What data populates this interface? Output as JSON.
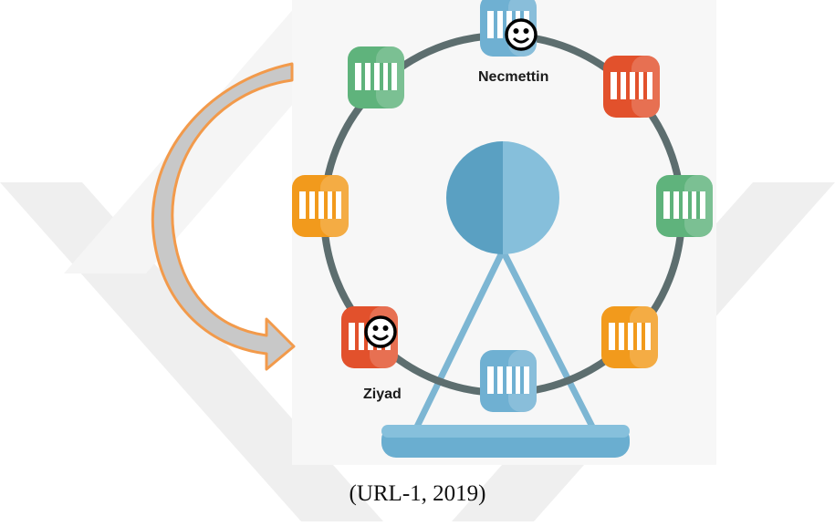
{
  "figure": {
    "riders": [
      {
        "name": "Necmettin",
        "cabin_color": "blue"
      },
      {
        "name": "Ziyad",
        "cabin_color": "red"
      }
    ],
    "caption": "(URL-1, 2019)"
  },
  "colors": {
    "rim": "#5d6e6f",
    "hub": "#7db6d3",
    "hub_dark": "#5aa0c2",
    "support": "#7db6d3",
    "base": "#6aaed0",
    "arrow_outline": "#f29a4b",
    "arrow_fill": "#c8c8c8",
    "cabin_blue": "#6fb0d2",
    "cabin_green": "#5fb37c",
    "cabin_red": "#e2512c",
    "cabin_orange": "#f29a1c",
    "watermark": "#f0f0f0"
  }
}
